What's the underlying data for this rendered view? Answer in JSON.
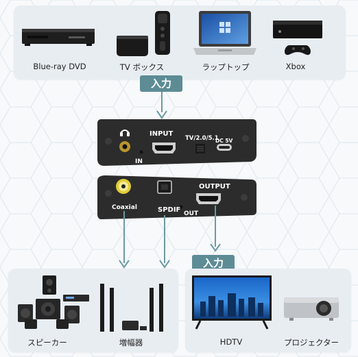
{
  "input_devices": [
    {
      "label": "Blue-ray DVD"
    },
    {
      "label": "TV ボックス"
    },
    {
      "label": "ラップトップ"
    },
    {
      "label": "Xbox"
    }
  ],
  "input_badge": "入力",
  "output_badge": "入力",
  "front_panel": {
    "input_label": "INPUT",
    "in_label": "IN",
    "switch_label": "TV/2.0/5.1",
    "power_label": "DC 5V"
  },
  "back_panel": {
    "coaxial_label": "Coaxial",
    "spdif_label": "SPDIF",
    "out_label": "OUT",
    "output_label": "OUTPUT"
  },
  "output_devices_audio": [
    {
      "label": "スピーカー"
    },
    {
      "label": "増幅器"
    }
  ],
  "output_devices_video": [
    {
      "label": "HDTV"
    },
    {
      "label": "プロジェクター"
    }
  ],
  "colors": {
    "accent": "#5e8c95",
    "arrow": "#6a9aa3",
    "panel": "#e8edf2",
    "device_body": "#2b2b2b"
  }
}
